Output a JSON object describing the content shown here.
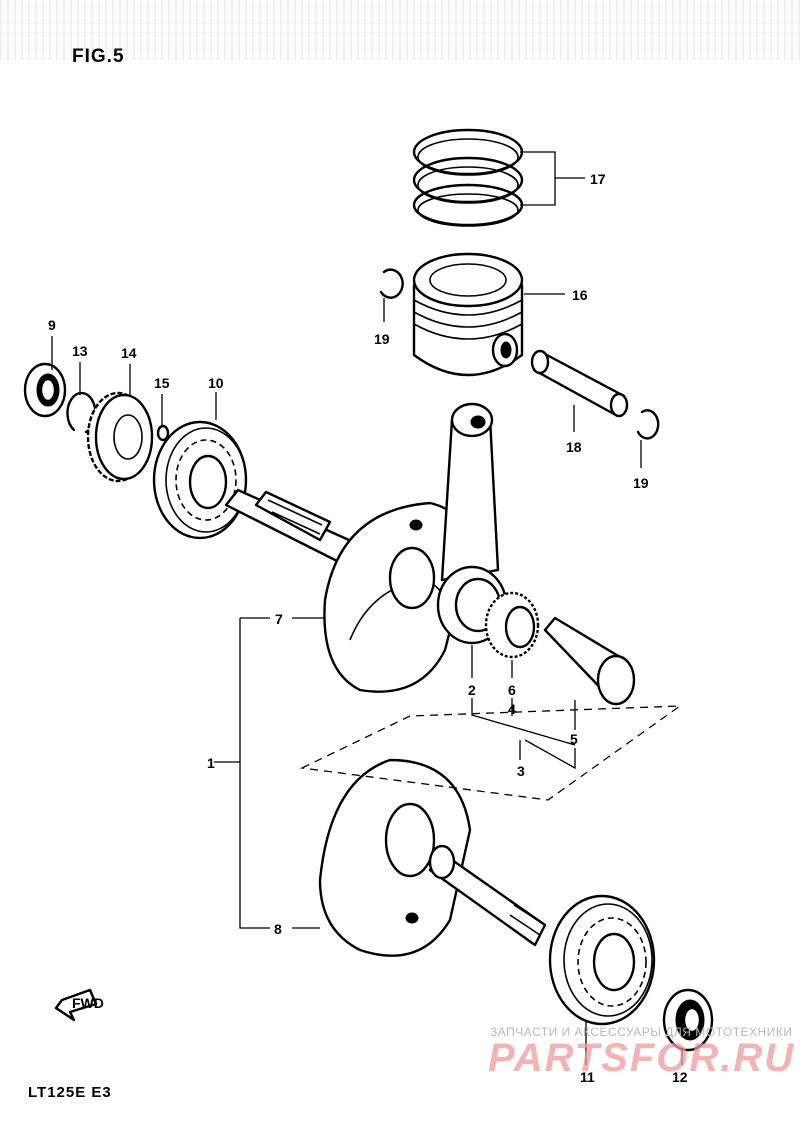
{
  "figure": {
    "title": "FIG.5",
    "model": "LT125E  E3"
  },
  "watermark": {
    "line1": "ЗАПЧАСТИ И АКСЕССУАРЫ ДЛЯ МОТОТЕХНИКИ",
    "line2": "PARTSFOR.RU"
  },
  "arrow_label": "FWD",
  "callouts": [
    "1",
    "2",
    "3",
    "4",
    "5",
    "6",
    "7",
    "8",
    "9",
    "10",
    "11",
    "12",
    "13",
    "14",
    "15",
    "16",
    "17",
    "18",
    "19",
    "19"
  ],
  "colors": {
    "ink": "#000000",
    "paper": "#ffffff",
    "watermark": "#ef9a9a"
  }
}
